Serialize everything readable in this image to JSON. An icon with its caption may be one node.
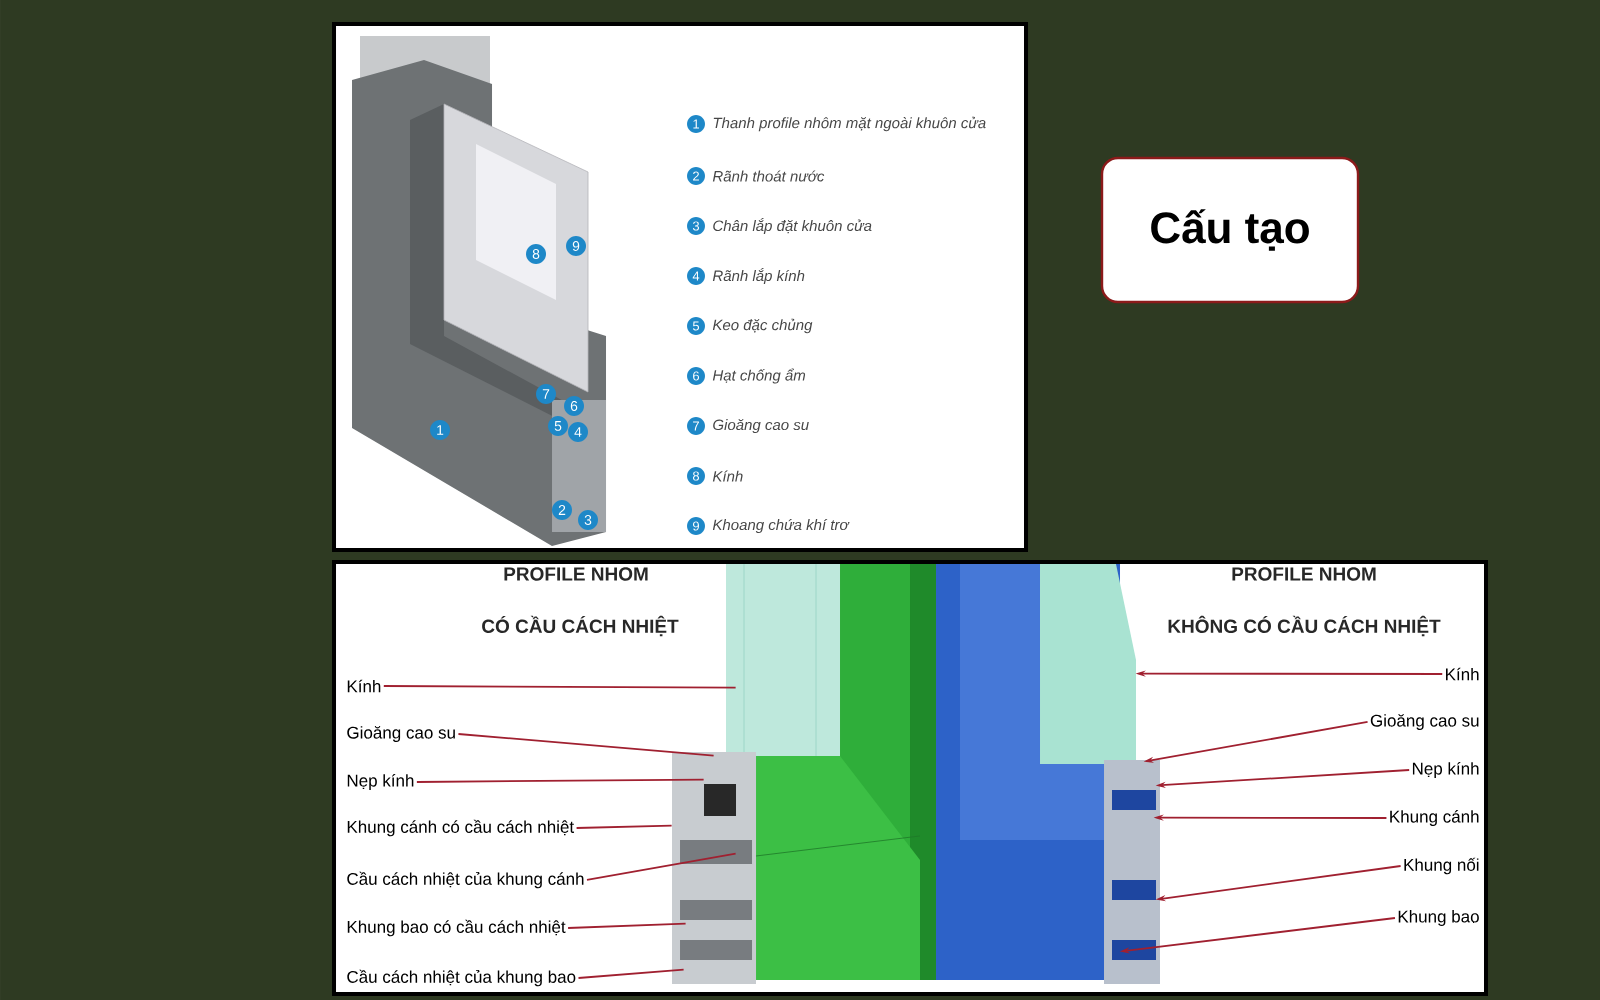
{
  "diagram": {
    "title": "Cấu tạo",
    "nodes": [
      {
        "text": [
          "Kính"
        ]
      },
      {
        "text": [
          "Gioăng cao su"
        ]
      },
      {
        "text": [
          "Nẹp kính"
        ]
      },
      {
        "text": [
          "Khung cánh có cầu cách nhiệt"
        ]
      },
      {
        "text": [
          "Cầu cách nhiệt của khung cánh"
        ]
      },
      {
        "text": [
          "Khung bao có cầu cách nhiệt"
        ]
      },
      {
        "text": [
          "Cầu cách nhiệt của khung bao"
        ]
      },
      {
        "text": [
          "Kính"
        ]
      },
      {
        "text": [
          "Gioăng cao su"
        ]
      },
      {
        "text": [
          "Nẹp kính"
        ]
      },
      {
        "text": [
          "Khung cánh"
        ]
      },
      {
        "text": [
          "Khung nối"
        ]
      },
      {
        "text": [
          "Khung bao"
        ]
      },
      {
        "text": [],
        "shape": "picture"
      },
      {
        "text": [],
        "shape": "picture"
      }
    ],
    "edges": [
      {
        "from": 0,
        "to": 13,
        "arrow": "none"
      },
      {
        "from": 1,
        "to": 13,
        "arrow": "none"
      },
      {
        "from": 2,
        "to": 13,
        "arrow": "none"
      },
      {
        "from": 3,
        "to": 13,
        "arrow": "none"
      },
      {
        "from": 4,
        "to": 13,
        "arrow": "none"
      },
      {
        "from": 5,
        "to": 13,
        "arrow": "none"
      },
      {
        "from": 6,
        "to": 13,
        "arrow": "none"
      },
      {
        "from": 7,
        "to": 14,
        "arrow": "to"
      },
      {
        "from": 8,
        "to": 14,
        "arrow": "to"
      },
      {
        "from": 9,
        "to": 14,
        "arrow": "to"
      },
      {
        "from": 10,
        "to": 14,
        "arrow": "to"
      },
      {
        "from": 11,
        "to": 14,
        "arrow": "to"
      },
      {
        "from": 12,
        "to": 14,
        "arrow": "to"
      }
    ],
    "labels": [
      "9",
      "8",
      "7",
      "6",
      "5",
      "4",
      "1",
      "2",
      "3",
      "1",
      "Thanh profile nhôm mặt ngoài khuôn cửa",
      "2",
      "Rãnh thoát nước",
      "3",
      "Chân lắp đặt khuôn cửa",
      "4",
      "Rãnh lắp kính",
      "5",
      "Keo đặc chủng",
      "6",
      "Hạt chống ẩm",
      "7",
      "Gioăng cao su",
      "8",
      "Kính",
      "9",
      "Khoang chứa khí trơ",
      "PROFILE NHOM",
      "CÓ CẦU CÁCH NHIỆT",
      "PROFILE NHOM",
      "KHÔNG CÓ CẦU CÁCH NHIỆT"
    ]
  }
}
